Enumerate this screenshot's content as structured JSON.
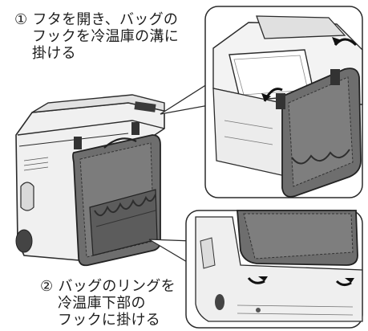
{
  "step1": {
    "number": "①",
    "lines": [
      "フタを開き、バッグの",
      "フックを冷温庫の溝に",
      "掛ける"
    ]
  },
  "step2": {
    "number": "②",
    "lines": [
      "バッグのリングを",
      "冷温庫下部の",
      "フックに掛ける"
    ]
  },
  "colors": {
    "outline": "#2b2b2b",
    "device_light": "#f2f2f2",
    "device_mid": "#d6d6d6",
    "bag_dark": "#4a4a4a",
    "bag_mid": "#7a7a7a",
    "callout_bg": "#ffffff"
  }
}
